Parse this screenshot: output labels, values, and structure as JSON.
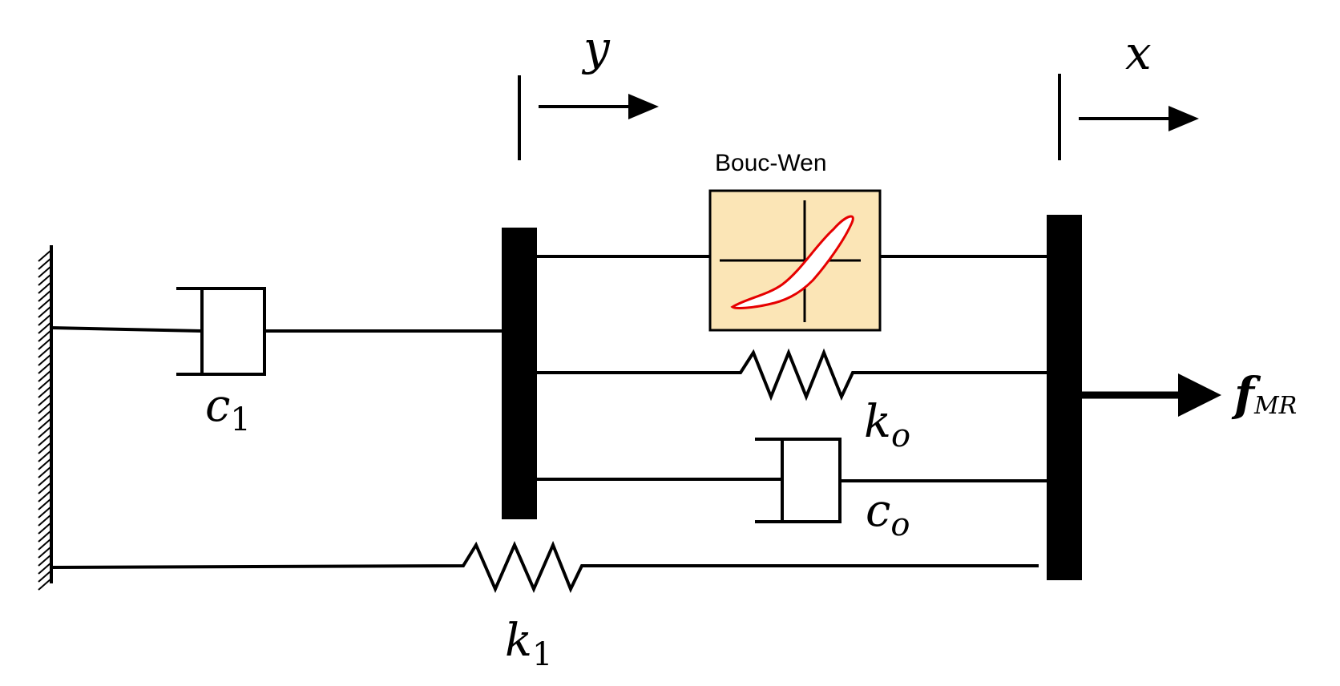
{
  "labels": {
    "y": "y",
    "x": "x",
    "bouc_wen": "Bouc-Wen",
    "c1": {
      "base": "c",
      "sub": "1"
    },
    "k0": {
      "base": "k",
      "sub": "o"
    },
    "c0": {
      "base": "c",
      "sub": "o"
    },
    "k1": {
      "base": "k",
      "sub": "1"
    },
    "force": {
      "base": "f",
      "sub": "MR"
    }
  },
  "colors": {
    "line": "#000000",
    "bouc_wen_fill": "#fbe5b6",
    "hysteresis": "#e60000"
  }
}
